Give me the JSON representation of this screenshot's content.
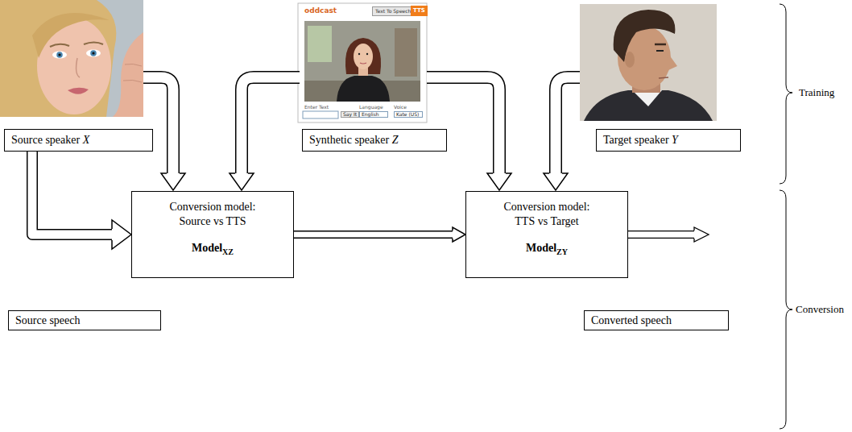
{
  "diagram": {
    "nodes": [
      {
        "text": [
          "Source speaker X"
        ]
      },
      {
        "text": [
          "Synthetic speaker Z"
        ]
      },
      {
        "text": [
          "Target speaker Y"
        ]
      },
      {
        "text": [
          "Conversion model: Source vs TTS",
          "ModelXZ"
        ]
      },
      {
        "text": [
          "Conversion model: TTS vs Target",
          "ModelZY"
        ]
      },
      {
        "text": [
          "Source speech"
        ]
      },
      {
        "text": [
          "Converted speech"
        ]
      }
    ],
    "edges": [
      {
        "from": 0,
        "to": 3,
        "arrow": "to"
      },
      {
        "from": 3,
        "to": 4,
        "arrow": "to"
      }
    ],
    "labels": [
      "Training",
      "Conversion",
      "oddcast",
      "Text To Speech",
      "TTS",
      "Enter Text",
      "Language",
      "Voice",
      "Say It",
      "English",
      "Kate (US)"
    ]
  }
}
